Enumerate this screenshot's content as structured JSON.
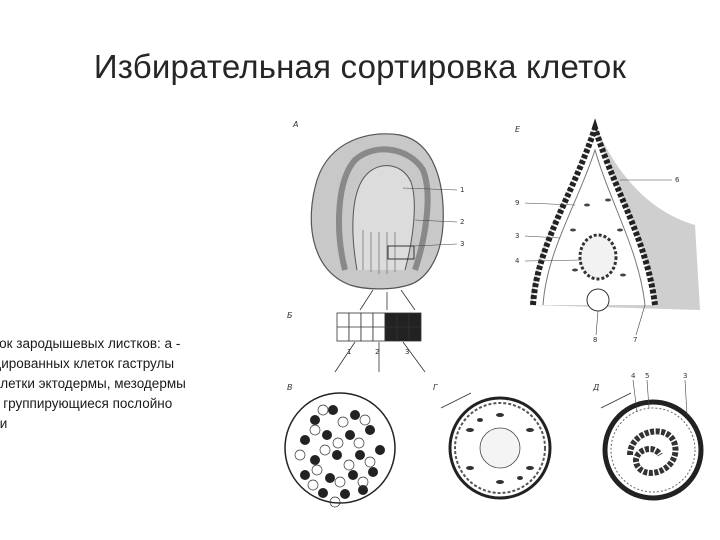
{
  "title": "Избирательная сортировка клеток",
  "caption_lines": [
    "еток зародышевых листков: а -",
    "оцированных клеток гаструлы",
    " - клетки эктодермы, мезодермы",
    "ы, группирующиеся послойно",
    "зии"
  ],
  "figure": {
    "panel_labels": {
      "a": "А",
      "b": "Б",
      "v": "В",
      "g": "Г",
      "d": "Д",
      "e": "Е"
    },
    "panel_a_numbers": [
      "1",
      "2",
      "3"
    ],
    "panel_b_numbers": [
      "1",
      "2",
      "3"
    ],
    "panel_d_numbers": [
      "4",
      "5",
      "3"
    ],
    "panel_e_numbers": [
      "6",
      "9",
      "3",
      "4",
      "8",
      "7"
    ]
  }
}
